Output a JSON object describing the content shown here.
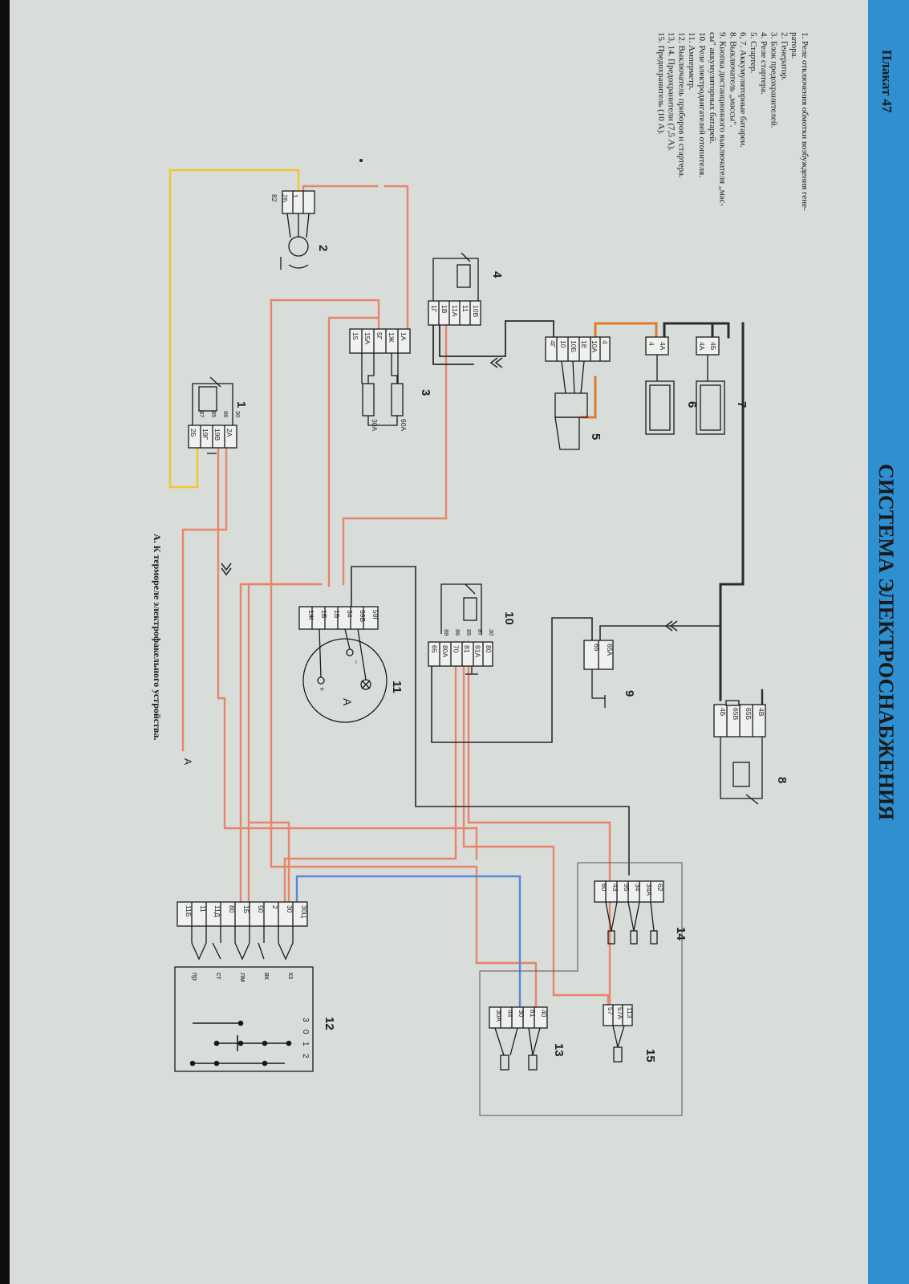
{
  "poster": {
    "number_label": "Плакат 47",
    "title": "СИСТЕМА ЭЛЕКТРОСНАБЖЕНИЯ",
    "footnote": "А. К термореле электрофакельного устройства.",
    "a_marker": "А"
  },
  "legend": [
    "1.  Реле отключения обмотки возбуждения гене-",
    "     ратора.",
    "2.  Генератор.",
    "3.  Блок предохранителей.",
    "4.  Реле стартера.",
    "5.  Стартер.",
    "6, 7. Аккумуляторные батареи.",
    "8.  Выключатель „массы\".",
    "9.  Кнопка дистанционного выключателя „мас-",
    "     сы\" аккумуляторных батарей.",
    "10. Реле электродвигателей отопителя.",
    "11. Амперметр.",
    "12. Выключатель приборов и стартера.",
    "13, 14. Предохранители (7,5 А).",
    "15. Предохранитель (10 А)."
  ],
  "components": {
    "c1": {
      "num": "1",
      "pins": [
        "2А",
        "19В",
        "19Г",
        "2Б"
      ],
      "contacts": [
        "30",
        "86",
        "85",
        "87"
      ]
    },
    "c2": {
      "num": "2",
      "pins": [
        "1",
        "2Б",
        "82"
      ]
    },
    "c3": {
      "num": "3",
      "pins": [
        "1А",
        "1Ж",
        "5Г",
        "15А",
        "15"
      ],
      "fuses": [
        "60А",
        "30А"
      ]
    },
    "c4": {
      "num": "4",
      "pins": [
        "10В",
        "11",
        "11А",
        "1В",
        "1Г"
      ]
    },
    "c5": {
      "num": "5",
      "pins": [
        "4",
        "10А",
        "1Е",
        "10Б",
        "10",
        "4Г"
      ]
    },
    "c6": {
      "num": "6",
      "pins": [
        "4А",
        "4"
      ]
    },
    "c7": {
      "num": "7",
      "pins": [
        "4Б",
        "4А"
      ]
    },
    "c8": {
      "num": "8",
      "pins": [
        "4В",
        "65Б",
        "65В",
        "4Б"
      ]
    },
    "c9": {
      "num": "9",
      "pins": [
        "65А",
        "65"
      ]
    },
    "c10": {
      "num": "10",
      "pins": [
        "80",
        "81А",
        "81",
        "70",
        "80А",
        "65"
      ],
      "contacts": [
        "30",
        "87",
        "85",
        "86",
        "88"
      ]
    },
    "c11": {
      "num": "11",
      "pins": [
        "59Г",
        "59В",
        "34",
        "1Б",
        "1В",
        "1Ж"
      ],
      "dial_letter": "А",
      "plus": "+",
      "minus": "−"
    },
    "c12": {
      "num": "12",
      "pins": [
        "30Ц",
        "30",
        "2",
        "50",
        "1Б",
        "80",
        "11Д",
        "11",
        "11Б"
      ],
      "positions": [
        "кз",
        "вк",
        "лм",
        "ст",
        "пр"
      ],
      "header": [
        "3",
        "0",
        "1",
        "2"
      ]
    },
    "c13": {
      "num": "13",
      "pins": [
        "40",
        "81",
        "30",
        "44",
        "30А"
      ]
    },
    "c14": {
      "num": "14",
      "pins": [
        "62",
        "34А",
        "34",
        "95",
        "43",
        "60"
      ]
    },
    "c15": {
      "num": "15",
      "pins": [
        "113",
        "57А",
        "57"
      ]
    }
  },
  "colors": {
    "paper": "#d8ddd9",
    "blue_strip": "#2e8fd1",
    "wire_orange": "#e8846a",
    "wire_dark_orange": "#e07a2a",
    "wire_yellow": "#f2c531",
    "wire_blue": "#5a86d6",
    "wire_black": "#2a2a2a"
  }
}
